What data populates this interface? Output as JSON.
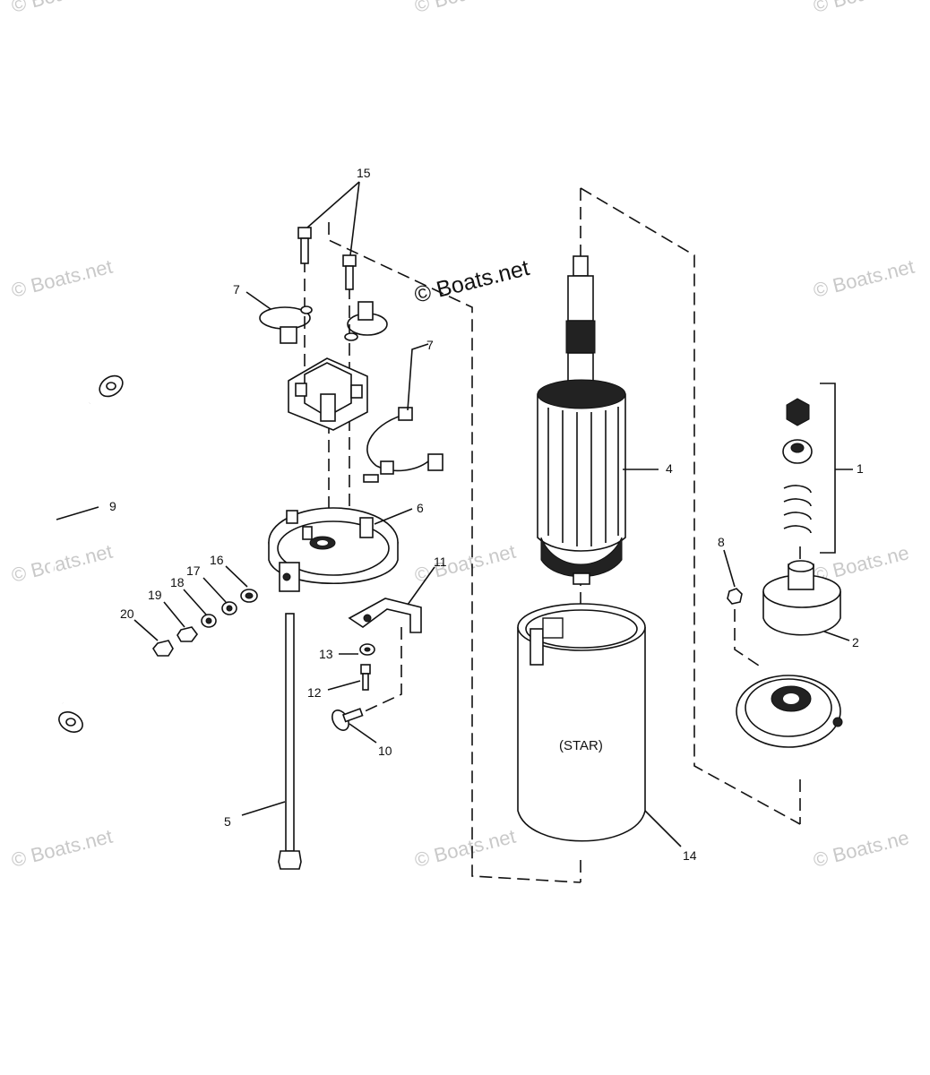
{
  "callouts": [
    "1",
    "2",
    "4",
    "5",
    "6",
    "7",
    "7",
    "8",
    "9",
    "10",
    "11",
    "12",
    "13",
    "14",
    "15",
    "16",
    "17",
    "18",
    "19",
    "20"
  ],
  "housing_label": "(STAR)",
  "watermarks": {
    "main": "© Boats.net",
    "faint": [
      "© Boats.net",
      "© Boats.net",
      "© Boats.net",
      "© Boats.net",
      "© Boats.ne",
      "© Boats.net",
      "© Boats.net",
      "© Boats.ne",
      "© Boats.net",
      "© Boats.net",
      "© Boats.ne"
    ]
  }
}
